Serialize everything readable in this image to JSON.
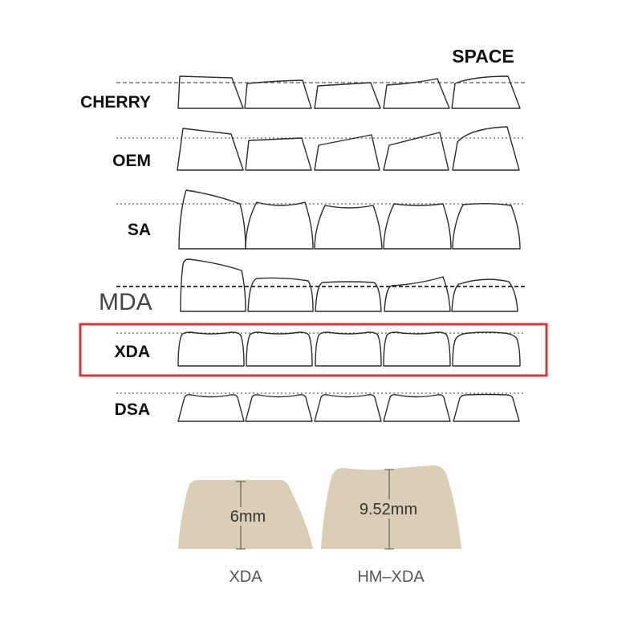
{
  "header": {
    "space_label": "SPACE"
  },
  "profiles": [
    {
      "label": "CHERRY"
    },
    {
      "label": "OEM"
    },
    {
      "label": "SA"
    },
    {
      "label": "MDA"
    },
    {
      "label": "XDA"
    },
    {
      "label": "DSA"
    }
  ],
  "comparison": {
    "xda": {
      "caption": "XDA",
      "height_label": "6mm"
    },
    "hm_xda": {
      "caption": "HM–XDA",
      "height_label": "9.52mm"
    }
  },
  "colors": {
    "highlight_frame": "#d3363c",
    "keycap_fill": "#dccdb5",
    "outline": "#2b2b2b"
  }
}
